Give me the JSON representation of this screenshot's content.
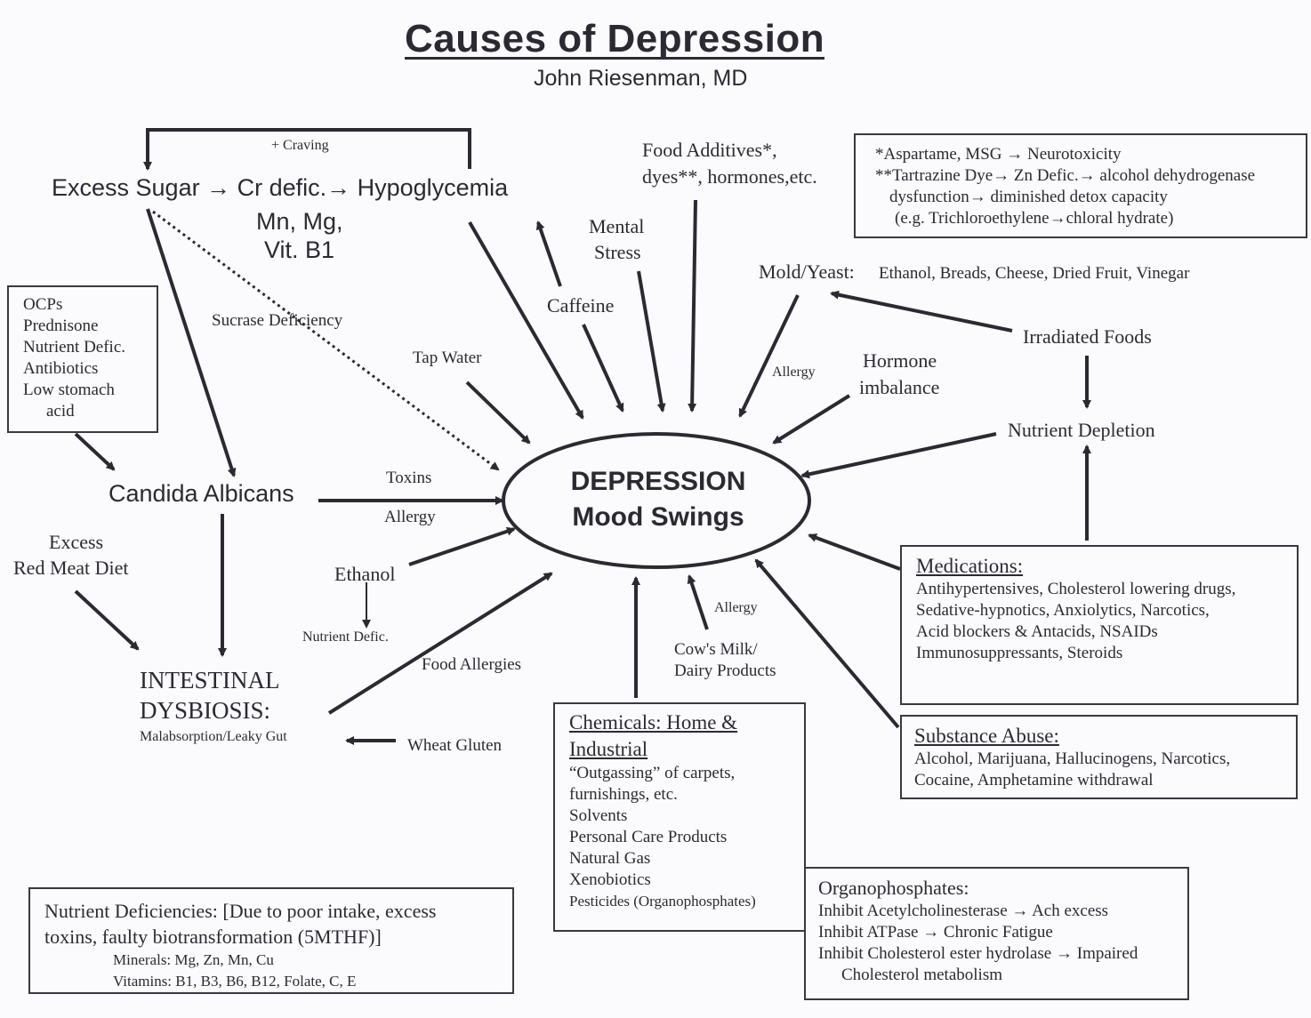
{
  "title": "Causes of Depression",
  "author": "John Riesenman, MD",
  "center": {
    "line1": "DEPRESSION",
    "line2": "Mood Swings"
  },
  "nodes": {
    "craving": "+ Craving",
    "excess_sugar": "Excess Sugar → Cr defic.→ Hypoglycemia",
    "cr_defic_sub1": "Mn, Mg,",
    "cr_defic_sub2": "Vit. B1",
    "sucrase": "Sucrase Deficiency",
    "food_additives_1": "Food Additives*,",
    "food_additives_2": "dyes**, hormones,etc.",
    "mental_stress_1": "Mental",
    "mental_stress_2": "Stress",
    "caffeine": "Caffeine",
    "tap_water": "Tap Water",
    "mold_yeast": "Mold/Yeast:",
    "mold_yeast_detail": "Ethanol, Breads, Cheese, Dried Fruit, Vinegar",
    "allergy_mold": "Allergy",
    "hormone_1": "Hormone",
    "hormone_2": "imbalance",
    "irradiated": "Irradiated Foods",
    "nutrient_depletion": "Nutrient Depletion",
    "candida": "Candida Albicans",
    "toxins": "Toxins",
    "allergy_candida": "Allergy",
    "excess_red_1": "Excess",
    "excess_red_2": "Red Meat Diet",
    "ethanol": "Ethanol",
    "nutrient_defic": "Nutrient Defic.",
    "food_allergies": "Food Allergies",
    "dysbiosis_1": "INTESTINAL",
    "dysbiosis_2": "DYSBIOSIS:",
    "dysbiosis_3": "Malabsorption/Leaky Gut",
    "wheat_gluten": "Wheat Gluten",
    "allergy_milk": "Allergy",
    "cows_milk_1": "Cow's Milk/",
    "cows_milk_2": "Dairy Products"
  },
  "boxes": {
    "additives_note": [
      "*Aspartame, MSG → Neurotoxicity",
      "**Tartrazine Dye→ Zn Defic.→ alcohol dehydrogenase",
      "dysfunction→ diminished detox capacity",
      "(e.g. Trichloroethylene→chloral hydrate)"
    ],
    "candida_causes": [
      "OCPs",
      "Prednisone",
      "Nutrient Defic.",
      "Antibiotics",
      "Low stomach",
      "acid"
    ],
    "medications": {
      "heading": "Medications:",
      "lines": [
        "Antihypertensives, Cholesterol lowering drugs,",
        "Sedative-hypnotics, Anxiolytics, Narcotics,",
        "Acid blockers & Antacids, NSAIDs",
        "Immunosuppressants, Steroids"
      ]
    },
    "substance_abuse": {
      "heading": "Substance Abuse:",
      "lines": [
        "Alcohol, Marijuana, Hallucinogens, Narcotics,",
        "Cocaine, Amphetamine withdrawal"
      ]
    },
    "chemicals": {
      "heading_1": "Chemicals: Home &",
      "heading_2": "Industrial",
      "lines": [
        "“Outgassing” of carpets,",
        "furnishings, etc.",
        "Solvents",
        "Personal Care Products",
        "Natural Gas",
        "Xenobiotics",
        "Pesticides (Organophosphates)"
      ]
    },
    "organophosphates": {
      "heading": "Organophosphates:",
      "lines": [
        "Inhibit Acetylcholinesterase → Ach excess",
        "Inhibit ATPase → Chronic Fatigue",
        "Inhibit Cholesterol ester hydrolase → Impaired",
        "Cholesterol metabolism"
      ]
    },
    "nutrient_deficiencies": {
      "line1": "Nutrient Deficiencies: [Due to poor intake, excess",
      "line2": "toxins, faulty biotransformation (5MTHF)]",
      "minerals": "Minerals: Mg, Zn, Mn, Cu",
      "vitamins": "Vitamins: B1, B3, B6, B12, Folate, C, E"
    }
  }
}
